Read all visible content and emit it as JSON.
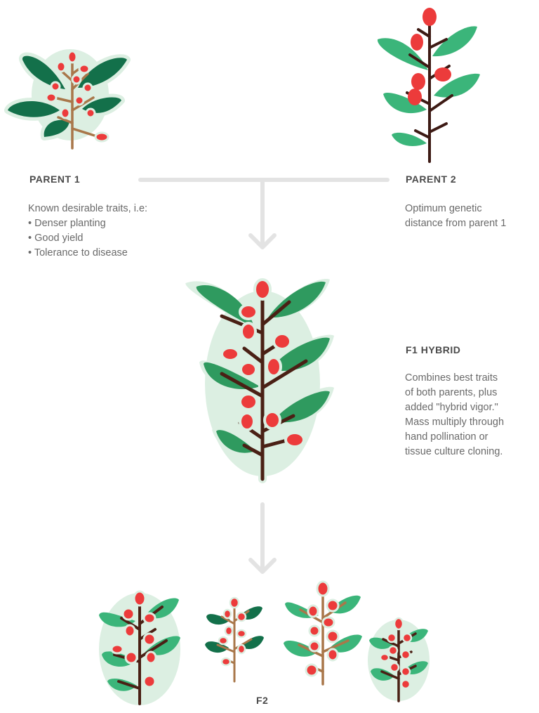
{
  "parent1": {
    "title": "PARENT 1",
    "intro": "Known desirable traits, i.e:",
    "traits": [
      "• Denser planting",
      "• Good yield",
      "• Tolerance to disease"
    ]
  },
  "parent2": {
    "title": "PARENT 2",
    "lines": [
      "Optimum genetic",
      "distance from parent 1"
    ]
  },
  "f1": {
    "title": "F1 HYBRID",
    "lines": [
      "Combines best traits",
      "of both parents, plus",
      "added \"hybrid vigor.\"",
      "Mass multiply through",
      "hand pollination or",
      "tissue culture cloning."
    ]
  },
  "f2": {
    "title": "F2"
  },
  "colors": {
    "leaf_dark": "#13704a",
    "leaf_mid": "#2f9a5f",
    "leaf_light": "#3bb57a",
    "berry": "#ec3b3b",
    "halo": "#dcefe2",
    "stem_dark": "#4a2015",
    "stem_light": "#a9774a",
    "arrow": "#e3e3e3"
  }
}
